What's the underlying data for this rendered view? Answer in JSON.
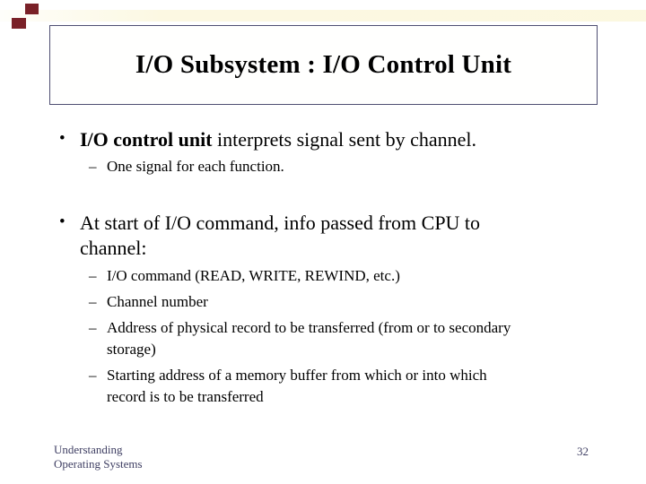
{
  "title": {
    "text": "I/O Subsystem : I/O Control Unit"
  },
  "content": {
    "bullet1": {
      "marker": "•",
      "bold": "I/O control unit",
      "rest": " interprets signal sent by channel."
    },
    "sub1": {
      "marker": "–",
      "text": "One signal for each function."
    },
    "bullet2": {
      "marker": "•",
      "line1": "At start of I/O command, info passed from CPU to",
      "line2": "channel:"
    },
    "sub2a": {
      "marker": "–",
      "text": "I/O command (READ, WRITE, REWIND, etc.)"
    },
    "sub2b": {
      "marker": "–",
      "text": "Channel number"
    },
    "sub2c": {
      "marker": "–",
      "line1": "Address of physical record to be transferred (from or to secondary",
      "line2": "storage)"
    },
    "sub2d": {
      "marker": "–",
      "line1": "Starting address of a memory buffer from which or into which",
      "line2": "record is to be transferred"
    }
  },
  "footer": {
    "book_line1": "Understanding",
    "book_line2": "Operating Systems",
    "page_number": "32"
  },
  "colors": {
    "title_border": "#4e4e72",
    "footer_text": "#3f3f63",
    "corner_square": "#7a2128",
    "ribbon": "#fbf7dd",
    "body_text": "#000000"
  }
}
